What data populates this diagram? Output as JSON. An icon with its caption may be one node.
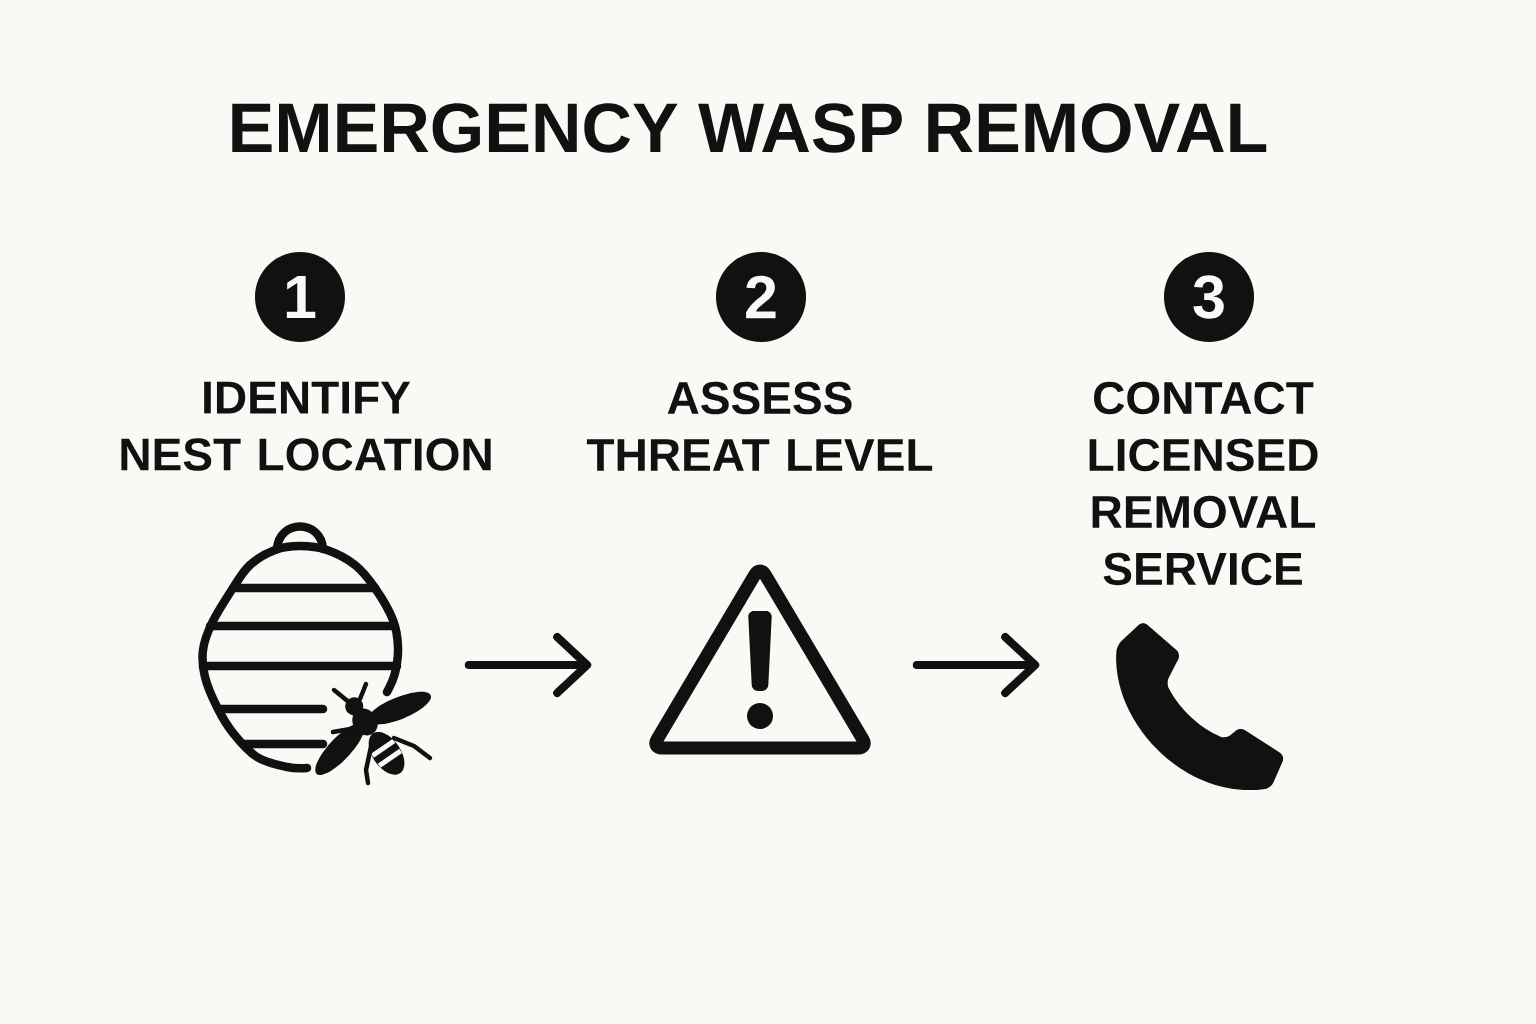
{
  "diagram": {
    "title": "EMERGENCY WASP REMOVAL",
    "nodes": [
      {
        "text": [
          "1"
        ]
      },
      {
        "text": [
          "2"
        ]
      },
      {
        "text": [
          "3"
        ]
      },
      {
        "text": [],
        "shape": "picture"
      },
      {
        "text": [],
        "shape": "picture"
      },
      {
        "text": [],
        "shape": "picture"
      }
    ],
    "edges": [
      {
        "from": 3,
        "to": 4,
        "arrow": "to"
      },
      {
        "from": 4,
        "to": 5,
        "arrow": "to"
      }
    ],
    "labels": [
      "IDENTIFY NEST LOCATION",
      "ASSESS THREAT LEVEL",
      "CONTACT LICENSED REMOVAL SERVICE"
    ]
  }
}
